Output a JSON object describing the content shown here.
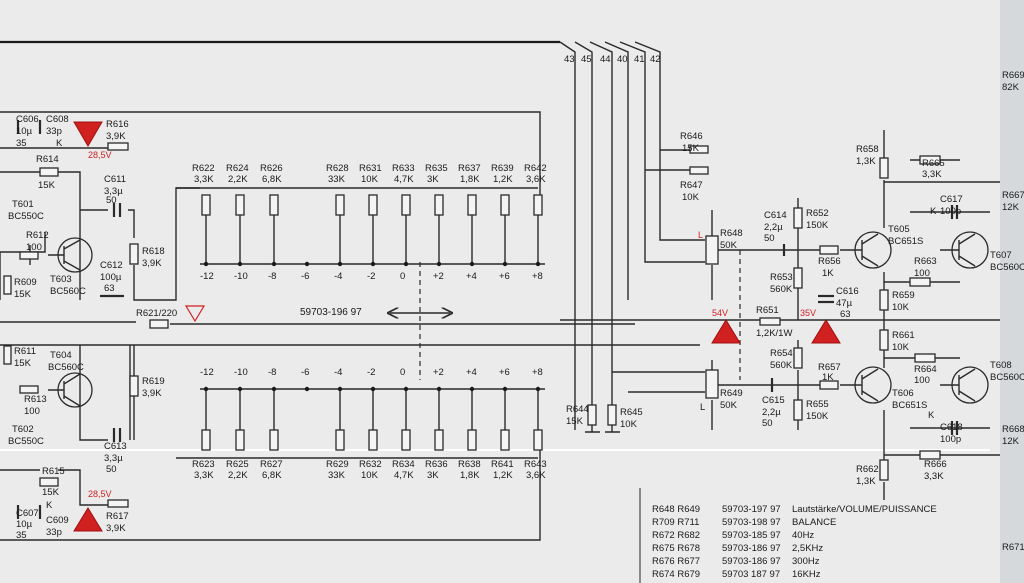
{
  "colors": {
    "paper": "#ebebeb",
    "ink": "#1a1a1a",
    "warning": "#d02020"
  },
  "bus_labels": [
    "43",
    "45",
    "44",
    "40",
    "41",
    "42"
  ],
  "center_part_number": "59703-196 97",
  "left": {
    "c606": "C606",
    "c606_val": "10µ",
    "c606_v": "35",
    "c608": "C608",
    "c608_val": "33p",
    "c608_k": "K",
    "r616": "R616",
    "r616_val": "3,9K",
    "v_top": "28,5V",
    "r614": "R614",
    "r614_val": "15K",
    "t601": "T601",
    "t601_type": "BC550C",
    "r612": "R612",
    "r612_val": "100",
    "c611": "C611",
    "c611_val": "3,3µ",
    "c611_v": "50",
    "t603": "T603",
    "t603_type": "BC560C",
    "r609": "R609",
    "r609_val": "15K",
    "c612": "C612",
    "c612_val": "100µ",
    "c612_v": "63",
    "r618": "R618",
    "r618_val": "3,9K",
    "r621": "R621/220",
    "r611": "R611",
    "r611_val": "15K",
    "t604": "T604",
    "t604_type": "BC560C",
    "r613": "R613",
    "r613_val": "100",
    "r619": "R619",
    "r619_val": "3,9K",
    "t602": "T602",
    "t602_type": "BC550C",
    "c613": "C613",
    "c613_val": "3,3µ",
    "c613_v": "50",
    "r615": "R615",
    "r615_val": "15K",
    "v_bot": "28,5V",
    "c607": "C607",
    "c607_val": "10µ",
    "c607_v": "35",
    "c609": "C609",
    "c609_val": "33p",
    "c609_k": "K",
    "r617": "R617",
    "r617_val": "3,9K"
  },
  "eq_top": {
    "labels": [
      "R622",
      "R624",
      "R626",
      "R628",
      "R631",
      "R633",
      "R635",
      "R637",
      "R639",
      "R642"
    ],
    "values": [
      "3,3K",
      "2,2K",
      "6,8K",
      "33K",
      "10K",
      "4,7K",
      "3K",
      "1,8K",
      "1,2K",
      "3,6K"
    ],
    "scale": [
      "-12",
      "-10",
      "-8",
      "-6",
      "-4",
      "-2",
      "0",
      "+2",
      "+4",
      "+6",
      "+8"
    ]
  },
  "eq_bot": {
    "labels": [
      "R623",
      "R625",
      "R627",
      "R629",
      "R632",
      "R634",
      "R636",
      "R638",
      "R641",
      "R643"
    ],
    "values": [
      "3,3K",
      "2,2K",
      "6,8K",
      "33K",
      "10K",
      "4,7K",
      "3K",
      "1,8K",
      "1,2K",
      "3,6K"
    ],
    "scale": [
      "-12",
      "-10",
      "-8",
      "-6",
      "-4",
      "-2",
      "0",
      "+2",
      "+4",
      "+6",
      "+8"
    ]
  },
  "mid": {
    "r646": "R646",
    "r646_val": "15K",
    "r647": "R647",
    "r647_val": "10K",
    "r648": "R648",
    "r648_val": "50K",
    "c614": "C614",
    "c614_val": "2,2µ",
    "c614_v": "50",
    "r652": "R652",
    "r652_val": "150K",
    "r656": "R656",
    "r656_val": "1K",
    "r653": "R653",
    "r653_val": "560K",
    "c616": "C616",
    "c616_val": "47µ",
    "c616_v": "63",
    "v_54": "54V",
    "v_35": "35V",
    "r651": "R651",
    "r651_val": "1,2K/1W",
    "r654": "R654",
    "r654_val": "560K",
    "r657": "R657",
    "r657_val": "1K",
    "r649": "R649",
    "r649_val": "50K",
    "c615": "C615",
    "c615_val": "2,2µ",
    "c615_v": "50",
    "r655": "R655",
    "r655_val": "150K",
    "r644": "R644",
    "r644_val": "15K",
    "r645": "R645",
    "r645_val": "10K",
    "pot_l": "L"
  },
  "right": {
    "r658": "R658",
    "r658_val": "1,3K",
    "r665": "R665",
    "r665_val": "3,3K",
    "c617": "C617",
    "c617_val": "100p",
    "c617_k": "K",
    "t605": "T605",
    "t605_type": "BC651S",
    "t607": "T607",
    "t607_type": "BC560C",
    "r663": "R663",
    "r663_val": "100",
    "r659": "R659",
    "r659_val": "10K",
    "r661": "R661",
    "r661_val": "10K",
    "r664": "R664",
    "r664_val": "100",
    "t608": "T608",
    "t608_type": "BC560C",
    "t606": "T606",
    "t606_type": "BC651S",
    "c618": "C618",
    "c618_val": "100p",
    "c618_k": "K",
    "r662": "R662",
    "r662_val": "1,3K",
    "r666": "R666",
    "r666_val": "3,3K",
    "r667": "R667",
    "r667_val": "12K",
    "r668": "R668",
    "r668_val": "12K",
    "r669": "R669",
    "r669_val": "82K",
    "r671": "R671"
  },
  "legend": [
    {
      "refs": "R648  R649",
      "part": "59703-197 97",
      "desc": "Lautstärke/VOLUME/PUISSANCE"
    },
    {
      "refs": "R709  R711",
      "part": "59703-198 97",
      "desc": "BALANCE"
    },
    {
      "refs": "R672  R682",
      "part": "59703-185 97",
      "desc": "40Hz"
    },
    {
      "refs": "R675  R678",
      "part": "59703-186 97",
      "desc": "2,5KHz"
    },
    {
      "refs": "R676  R677",
      "part": "59703-186 97",
      "desc": "300Hz"
    },
    {
      "refs": "R674  R679",
      "part": "59703  187 97",
      "desc": "16KHz"
    }
  ]
}
